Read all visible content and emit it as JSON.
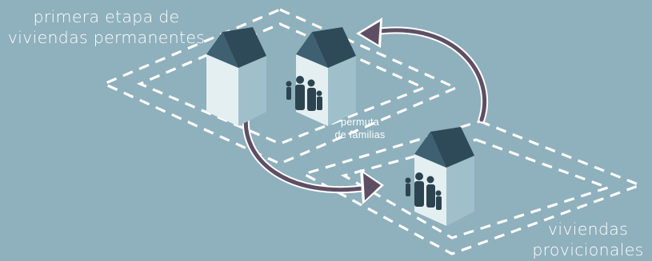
{
  "labels": {
    "top_left": [
      "primera etapa de",
      "viviendas permanentes"
    ],
    "middle": [
      "permuta",
      "de familias"
    ],
    "bottom_right": [
      "viviendas",
      "provicionales"
    ]
  },
  "colors": {
    "background": "#8fb0bd",
    "arrow": "#5e4f64",
    "roof": "#2e4a58",
    "wall": "#e4eff2",
    "dash": "#ffffff"
  },
  "icons": [
    "house-icon",
    "family-icon",
    "arrow-icon"
  ]
}
